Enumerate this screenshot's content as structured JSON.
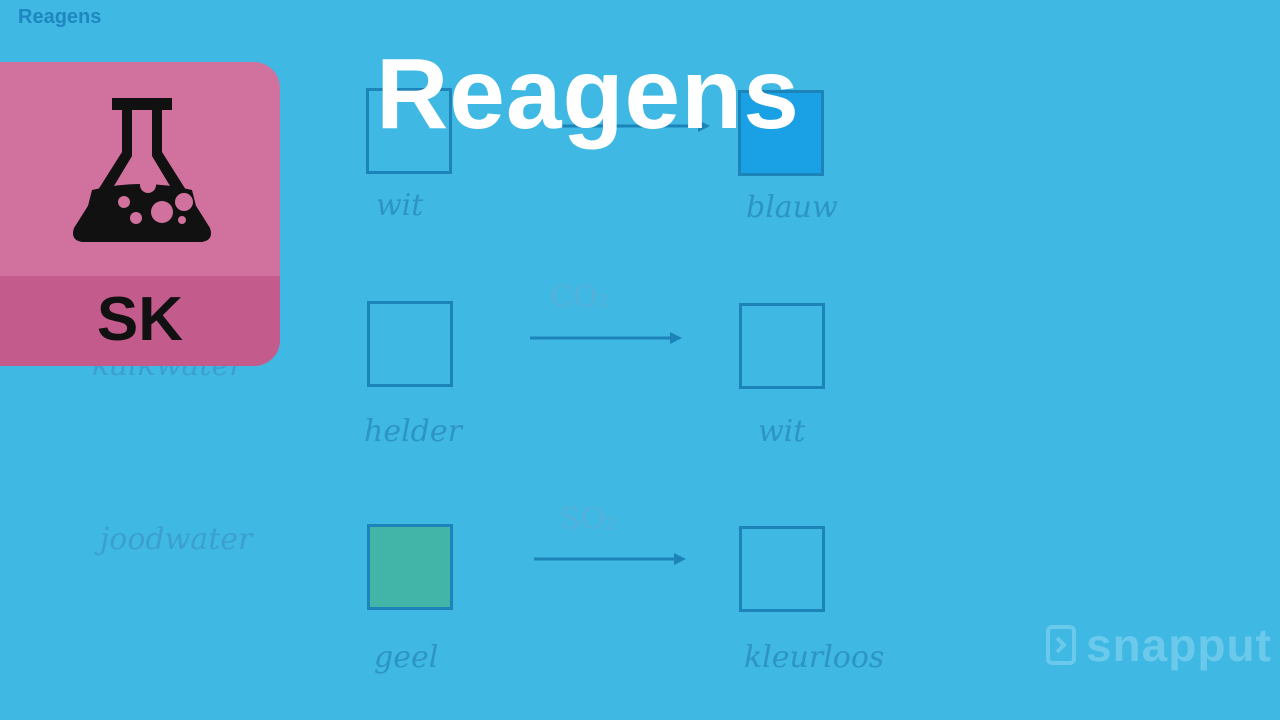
{
  "corner_title": "Reagens",
  "main_title": "Reagens",
  "badge": {
    "label": "SK",
    "icon": "flask-icon"
  },
  "rows": [
    {
      "reagent": "",
      "before": "wit",
      "over_arrow": "",
      "after": "blauw",
      "before_color": "",
      "after_color": "#1aa0e4"
    },
    {
      "reagent": "kalkwater",
      "before": "helder",
      "over_arrow": "CO₂",
      "after": "wit",
      "before_color": "",
      "after_color": ""
    },
    {
      "reagent": "joodwater",
      "before": "geel",
      "over_arrow": "SO₂",
      "after": "kleurloos",
      "before_color": "#43b4a8",
      "after_color": ""
    }
  ],
  "logo": {
    "text": "snapput",
    "icon": "phone-arrow-icon"
  },
  "colors": {
    "background": "#3fb8e3",
    "badge": "#d1719e",
    "badge_dark": "#c45b8d",
    "title": "#ffffff"
  }
}
